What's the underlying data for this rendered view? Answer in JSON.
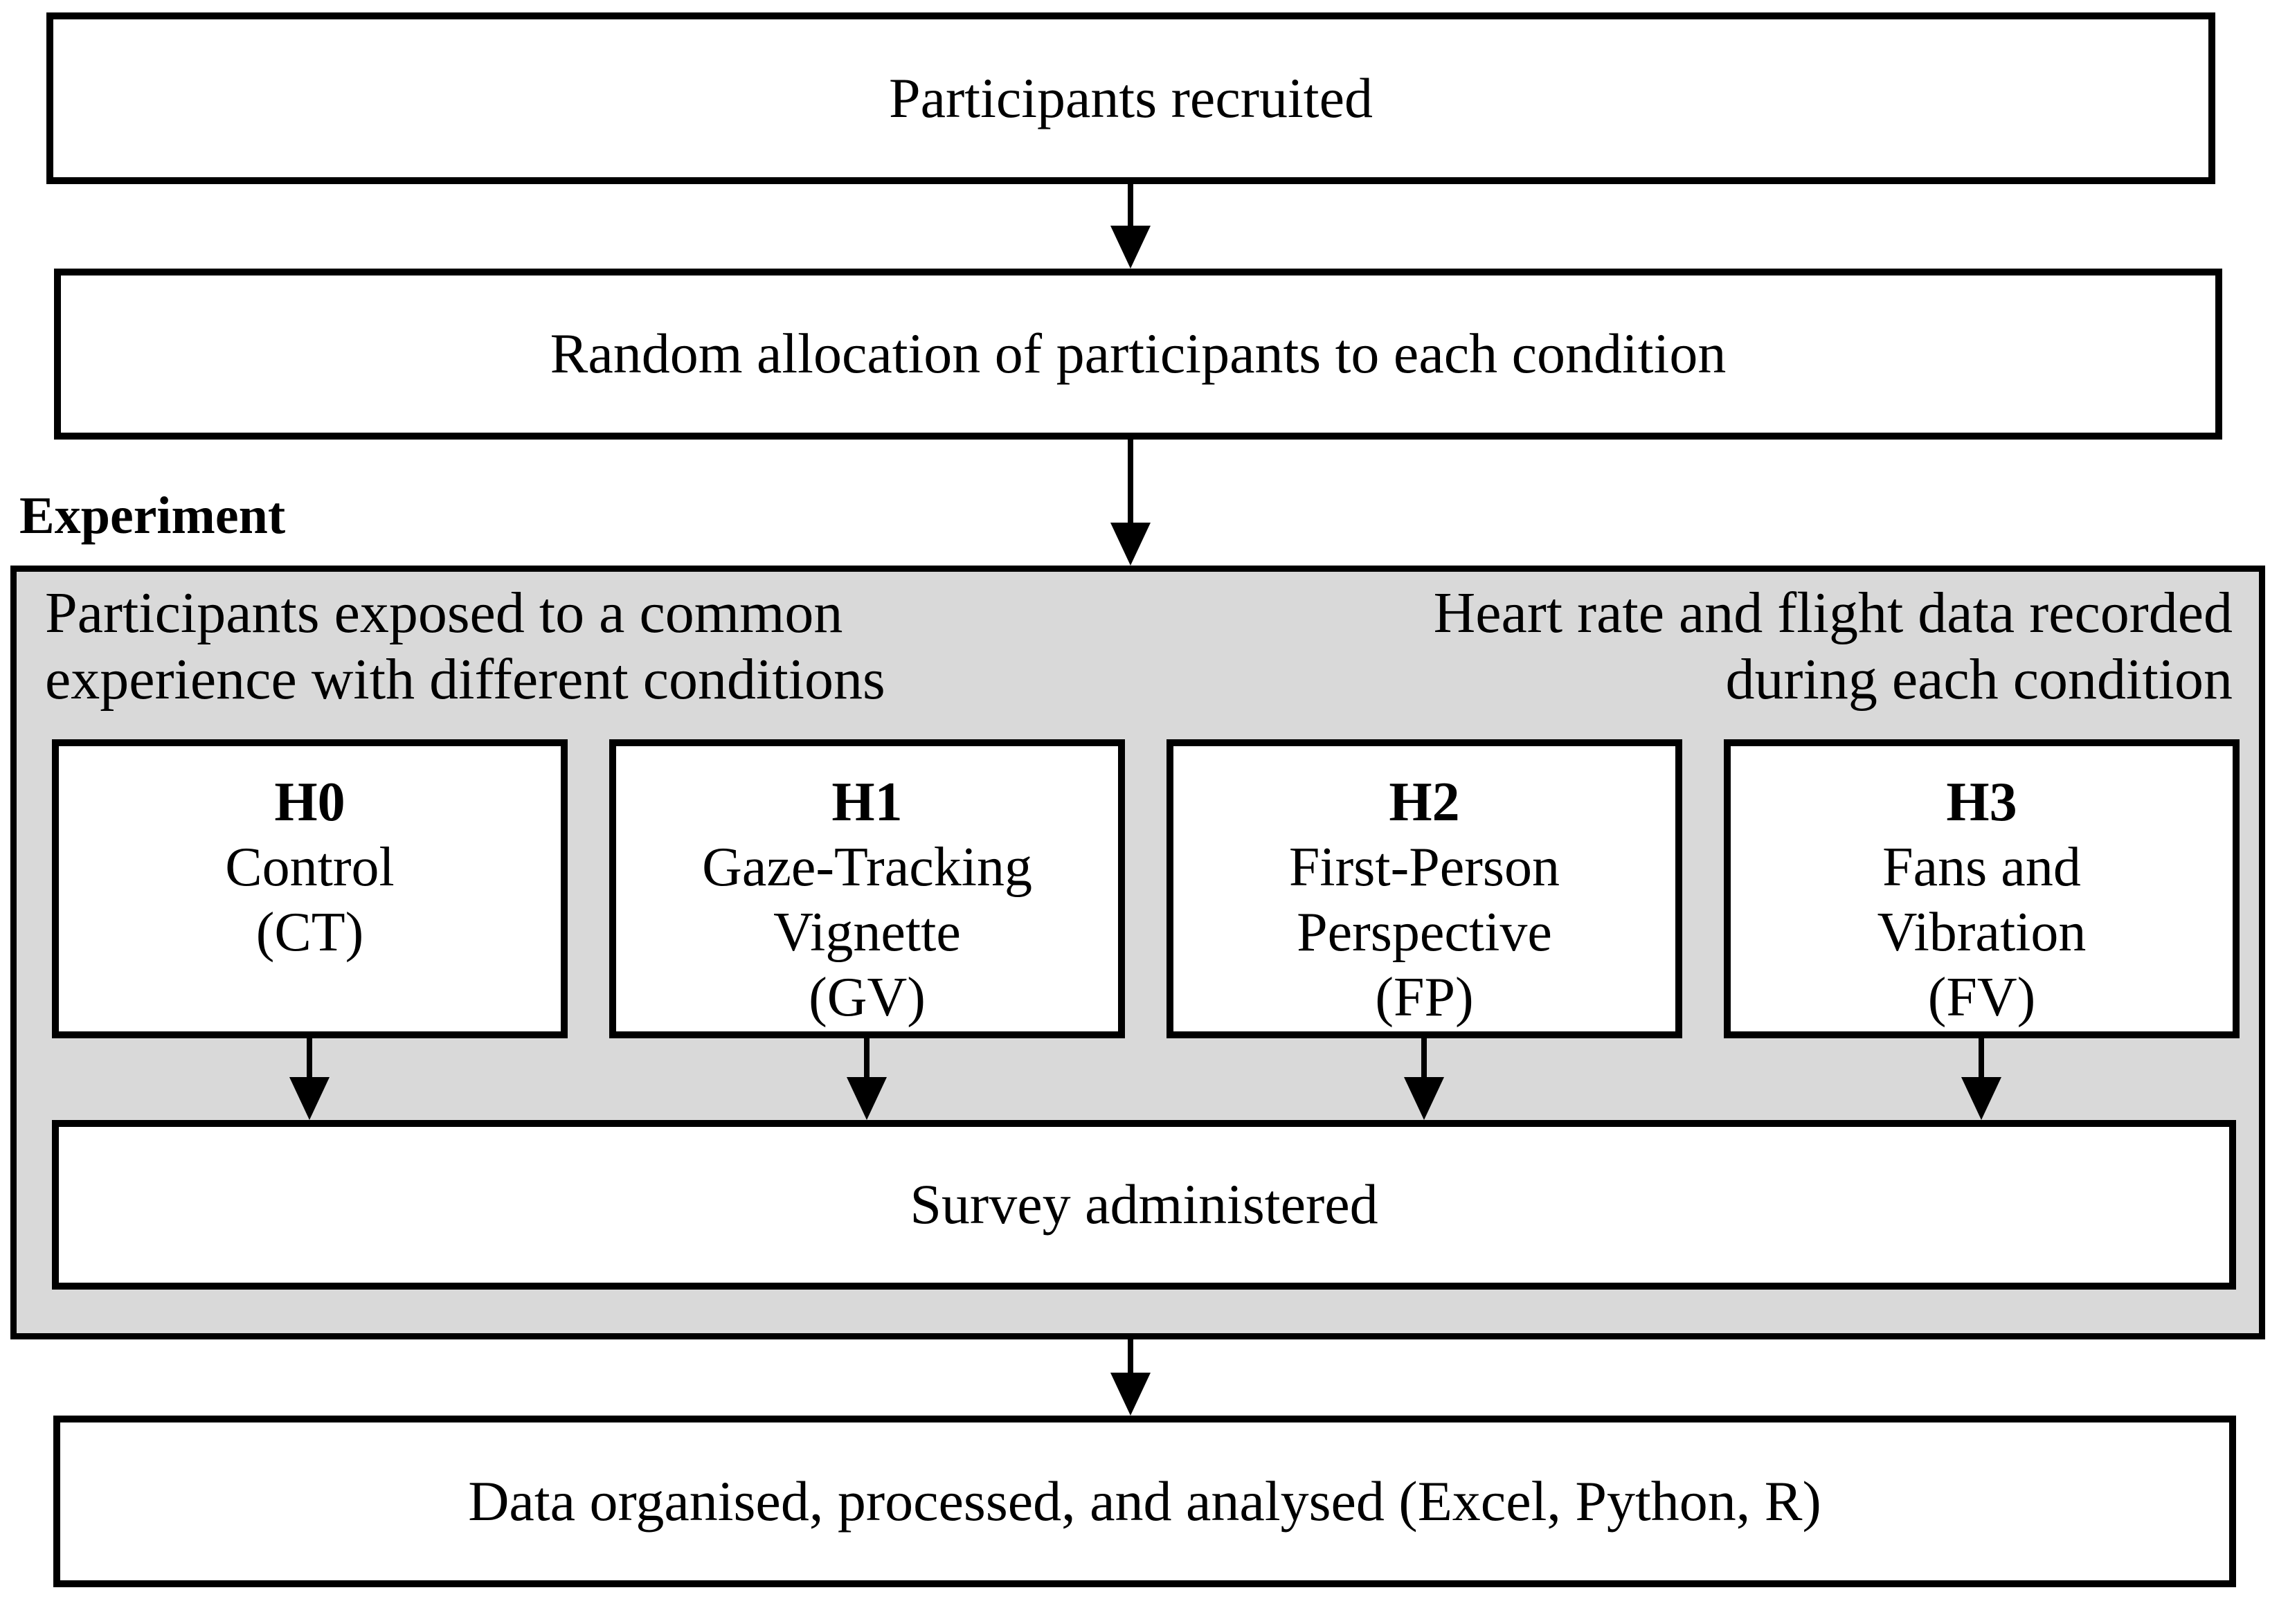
{
  "palette": {
    "panel_gray": "#d9d9d9",
    "line_black": "#000000",
    "box_white": "#ffffff"
  },
  "flow": {
    "box1": "Participants recruited",
    "box2": "Random allocation of participants to each condition",
    "experiment_label": "Experiment",
    "panel_note_left": [
      "Participants exposed to a common",
      "experience with different conditions"
    ],
    "panel_note_right": [
      "Heart rate and flight data recorded",
      "during each condition"
    ],
    "conditions": [
      {
        "id": "H0",
        "lines": [
          "Control",
          "(CT)"
        ]
      },
      {
        "id": "H1",
        "lines": [
          "Gaze-Tracking",
          "Vignette",
          "(GV)"
        ]
      },
      {
        "id": "H2",
        "lines": [
          "First-Person",
          "Perspective",
          "(FP)"
        ]
      },
      {
        "id": "H3",
        "lines": [
          "Fans and",
          "Vibration",
          "(FV)"
        ]
      }
    ],
    "survey_box": "Survey administered",
    "final_box": "Data organised, processed, and analysed (Excel, Python, R)"
  }
}
